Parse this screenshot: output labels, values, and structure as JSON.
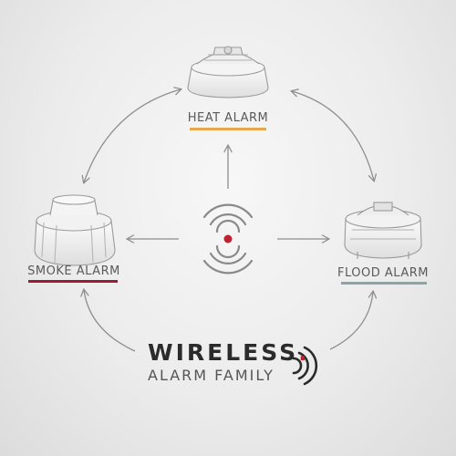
{
  "labels": {
    "heat": "HEAT ALARM",
    "smoke": "SMOKE ALARM",
    "flood": "FLOOD ALARM"
  },
  "brand": {
    "title": "WIRELESS",
    "dot": ".",
    "subtitle": "ALARM FAMILY"
  },
  "colors": {
    "heat_underline": "#e3a94c",
    "smoke_underline": "#9b1b30",
    "flood_underline": "#8aa4a8",
    "center_dot": "#c0202f",
    "arrows": "#8e8e8e"
  },
  "icons": [
    "heat-alarm-icon",
    "smoke-alarm-icon",
    "flood-alarm-icon",
    "wireless-signal-icon"
  ]
}
